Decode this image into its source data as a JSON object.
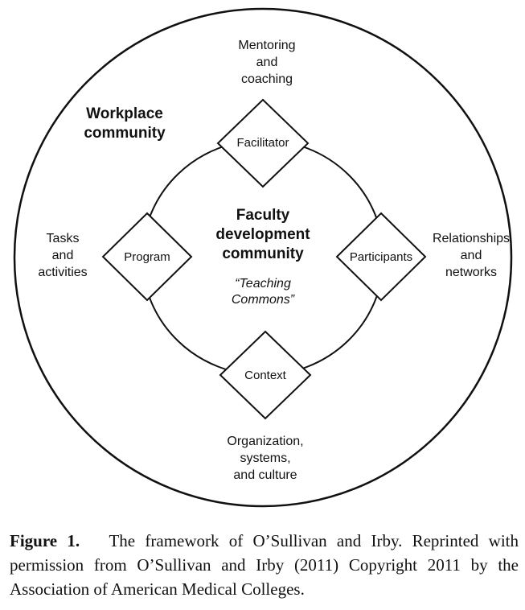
{
  "diagram": {
    "outer_label": "Workplace\ncommunity",
    "inner_label": "Faculty\ndevelopment\ncommunity",
    "inner_sublabel": "“Teaching\nCommons”",
    "nodes": {
      "top": "Facilitator",
      "left": "Program",
      "right": "Participants",
      "bottom": "Context"
    },
    "outer_items": {
      "top": "Mentoring\nand\ncoaching",
      "left": "Tasks\nand\nactivities",
      "right": "Relationships\nand\nnetworks",
      "bottom": "Organization,\nsystems,\nand culture"
    }
  },
  "caption": {
    "label": "Figure 1.",
    "text": "The framework of O’Sullivan and Irby. Reprinted with permission from O’Sullivan and Irby (2011) Copyright 2011 by the Association of American Medical Colleges."
  }
}
